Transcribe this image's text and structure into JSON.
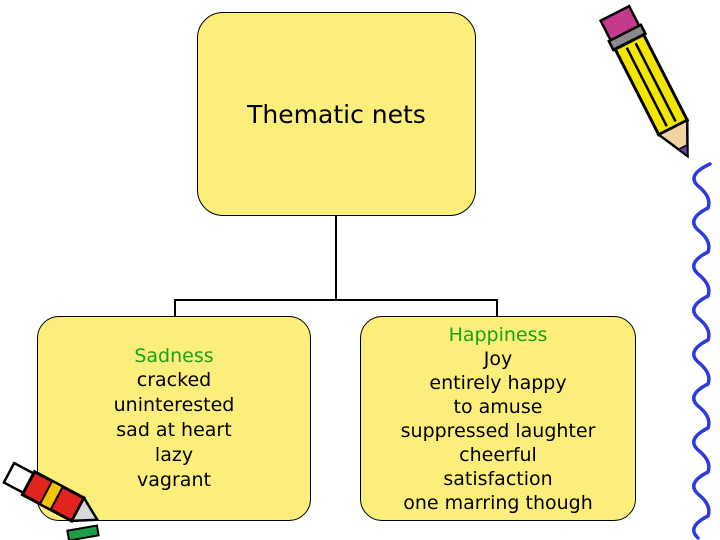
{
  "root": {
    "label": "Thematic nets"
  },
  "branches": [
    {
      "heading": "Sadness",
      "items": [
        "cracked",
        "uninterested",
        "sad at heart",
        "lazy",
        "vagrant"
      ]
    },
    {
      "heading": "Happiness",
      "items": [
        "Joy",
        "entirely happy",
        "to amuse",
        "suppressed laughter",
        "cheerful",
        "satisfaction",
        "one marring though"
      ]
    }
  ],
  "colors": {
    "box_fill": "#fbee7a",
    "heading_text": "#1aa31a",
    "connector": "#000000",
    "decor_squiggle": "#2c3ce0",
    "decor_pencil": "#f2e600"
  },
  "decorations": [
    "pencil-icon",
    "squiggle-border",
    "crayon-icon"
  ]
}
